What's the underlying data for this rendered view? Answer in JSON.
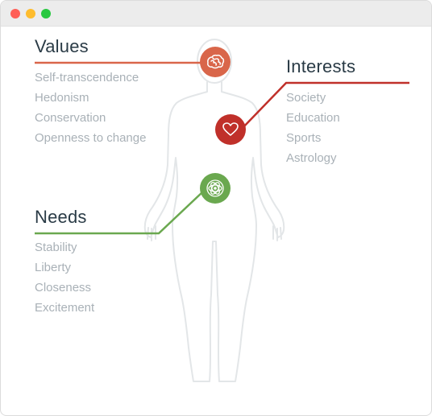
{
  "window": {
    "controls": [
      "close",
      "minimize",
      "zoom"
    ]
  },
  "colors": {
    "values": "#d9664a",
    "interests": "#c0302a",
    "needs": "#6aa84f",
    "heading": "#2a3b46",
    "item": "#a9b1b7",
    "body_outline": "#e3e6e8"
  },
  "values": {
    "title": "Values",
    "icon": "brain-icon",
    "items": [
      "Self-transcendence",
      "Hedonism",
      "Conservation",
      "Openness to change"
    ]
  },
  "interests": {
    "title": "Interests",
    "icon": "heart-icon",
    "items": [
      "Society",
      "Education",
      "Sports",
      "Astrology"
    ]
  },
  "needs": {
    "title": "Needs",
    "icon": "flower-icon",
    "items": [
      "Stability",
      "Liberty",
      "Closeness",
      "Excitement"
    ]
  }
}
